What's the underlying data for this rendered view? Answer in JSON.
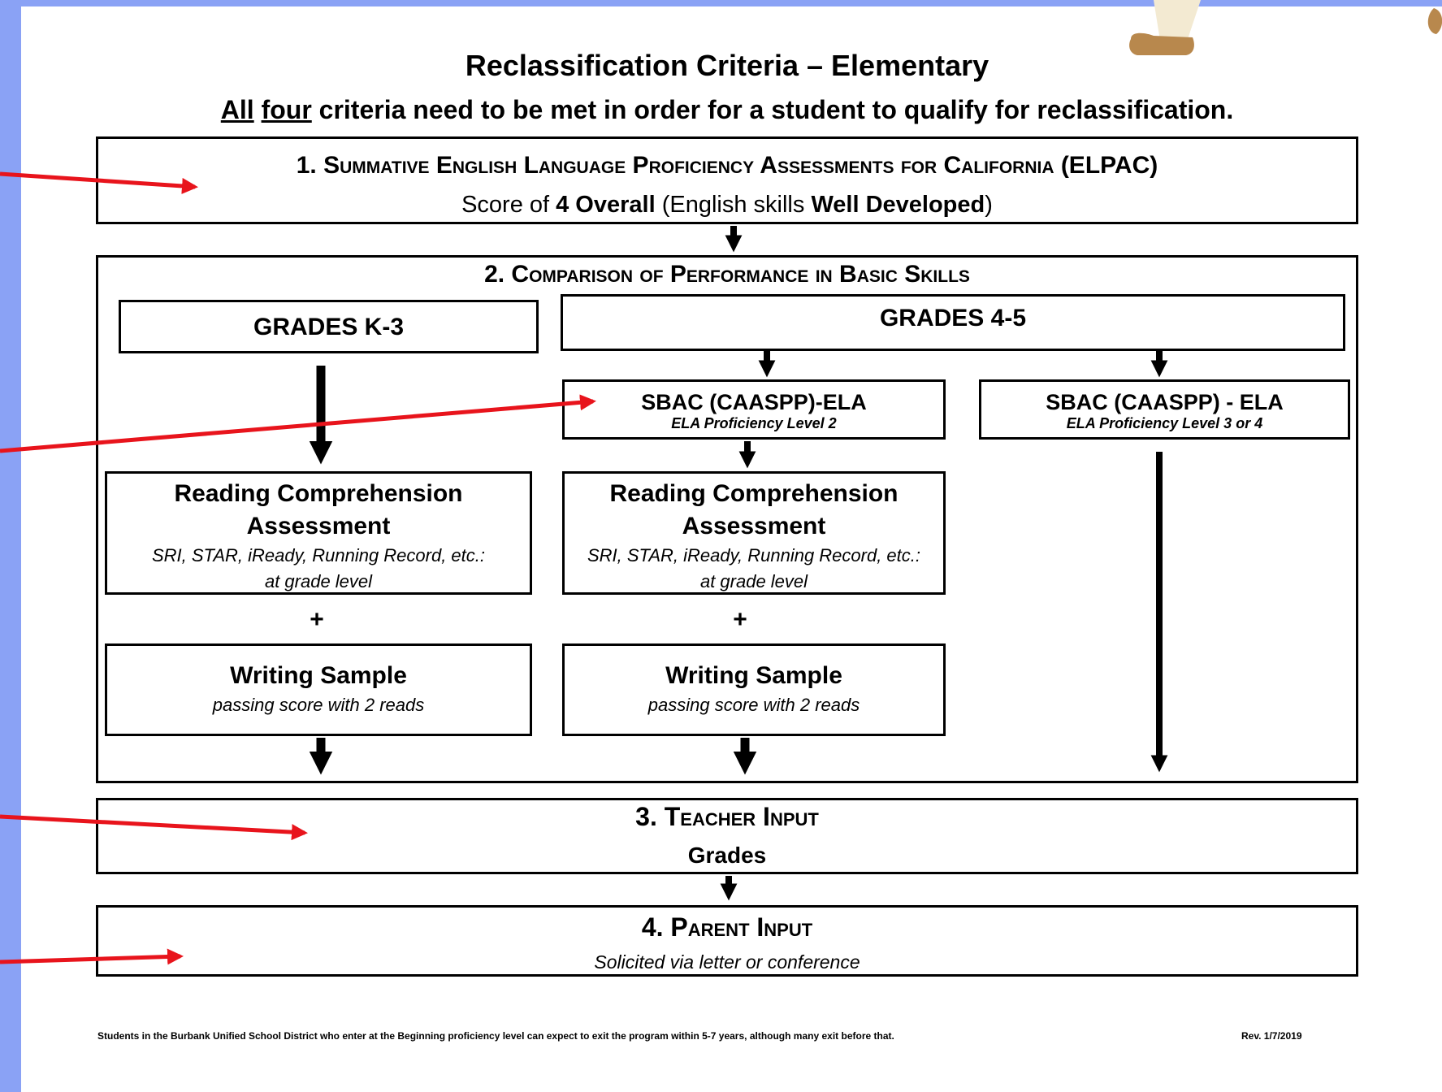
{
  "title": "Reclassification Criteria – Elementary",
  "subtitle": {
    "w1": "All",
    "w2": "four",
    "rest": "criteria need to be met in order for a student to qualify for reclassification."
  },
  "criterion1": {
    "heading": "1. Summative English Language Proficiency Assessments for California (ELPAC)",
    "line_a": "Score of ",
    "line_b": "4 Overall",
    "line_c": " (English skills ",
    "line_d": "Well Developed",
    "line_e": ")"
  },
  "criterion2": {
    "heading": "2. Comparison of Performance in Basic Skills",
    "grades_k3": "GRADES K-3",
    "grades_45": "GRADES 4-5",
    "sbac_left_title": "SBAC (CAASPP)-ELA",
    "sbac_left_sub": "ELA Proficiency Level 2",
    "sbac_right_title": "SBAC (CAASPP) - ELA",
    "sbac_right_sub": "ELA Proficiency Level 3 or 4",
    "reading_title_1": "Reading Comprehension",
    "reading_title_2": "Assessment",
    "reading_sub_1": "SRI, STAR, iReady, Running Record, etc.:",
    "reading_sub_2": "at grade level",
    "plus": "+",
    "writing_title": "Writing Sample",
    "writing_sub": "passing score with 2 reads"
  },
  "criterion3": {
    "heading": "3. Teacher Input",
    "sub": "Grades"
  },
  "criterion4": {
    "heading": "4. Parent Input",
    "sub": "Solicited via letter or conference"
  },
  "footer": {
    "note": "Students in the Burbank Unified School District who enter at the Beginning proficiency level can expect to exit the program within 5-7 years, although many exit before that.",
    "rev": "Rev. 1/7/2019"
  },
  "colors": {
    "background": "#8aa2f5",
    "pointer_arrows": "#e8141c"
  }
}
